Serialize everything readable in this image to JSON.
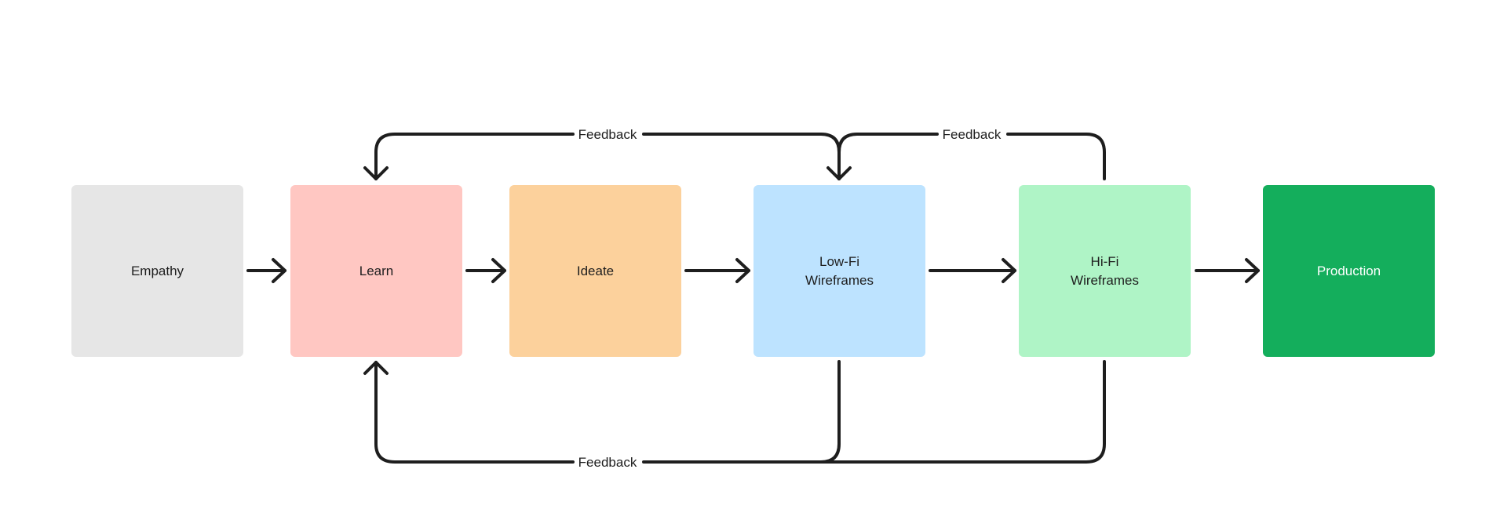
{
  "nodes": [
    {
      "id": "empathy",
      "label": "Empathy",
      "fill": "#e6e6e6",
      "text_color": "#1e1e1e"
    },
    {
      "id": "learn",
      "label": "Learn",
      "fill": "#ffc7c2",
      "text_color": "#1e1e1e"
    },
    {
      "id": "ideate",
      "label": "Ideate",
      "fill": "#fcd19c",
      "text_color": "#1e1e1e"
    },
    {
      "id": "lofi",
      "label": "Low-Fi\nWireframes",
      "fill": "#bde3ff",
      "text_color": "#1e1e1e"
    },
    {
      "id": "hifi",
      "label": "Hi-Fi\nWireframes",
      "fill": "#aff4c6",
      "text_color": "#1e1e1e"
    },
    {
      "id": "production",
      "label": "Production",
      "fill": "#14ae5c",
      "text_color": "#ffffff"
    }
  ],
  "feedback_labels": {
    "top_left": "Feedback",
    "top_right": "Feedback",
    "bottom": "Feedback"
  },
  "colors": {
    "connector": "#1e1e1e",
    "background": "#ffffff"
  }
}
